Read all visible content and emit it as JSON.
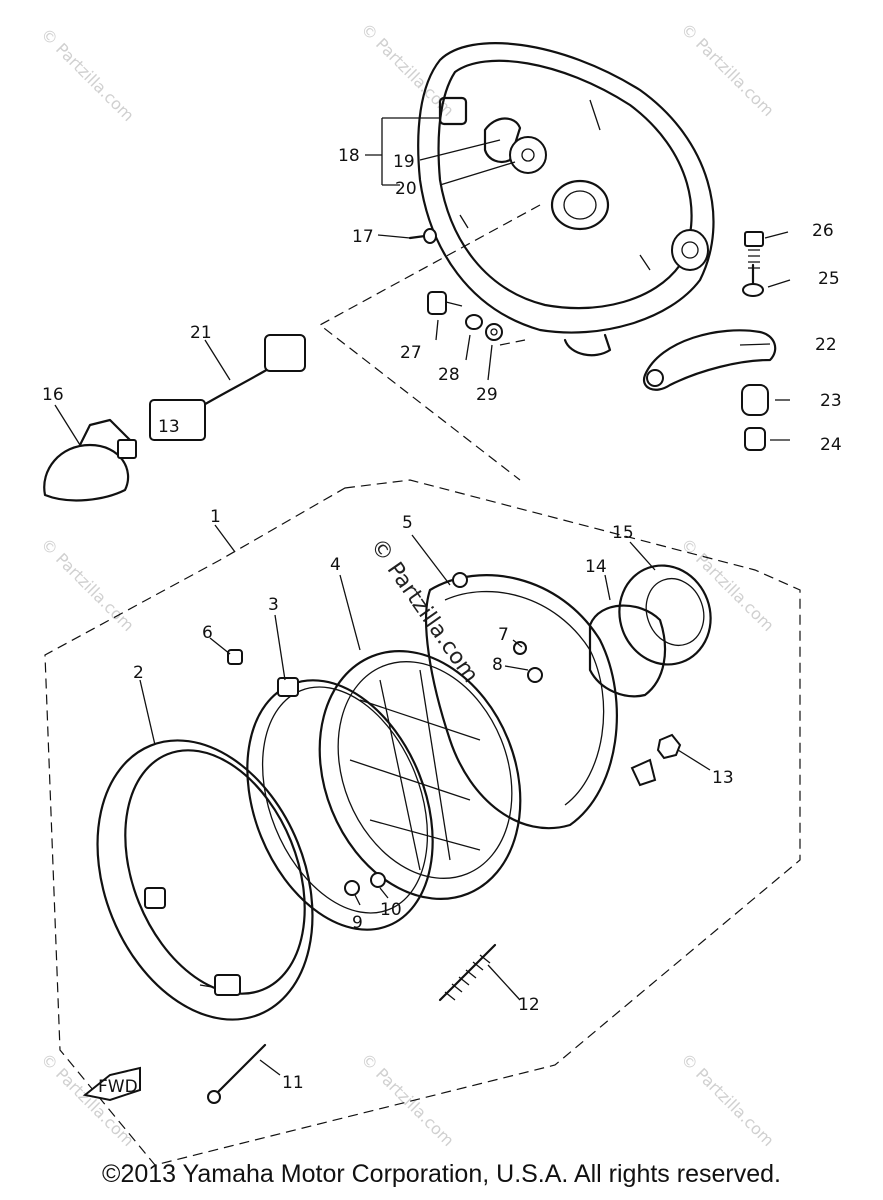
{
  "diagram": {
    "callouts": [
      "1",
      "2",
      "3",
      "4",
      "5",
      "6",
      "7",
      "8",
      "9",
      "10",
      "11",
      "12",
      "13",
      "14",
      "15",
      "16",
      "17",
      "18",
      "19",
      "20",
      "21",
      "22",
      "23",
      "24",
      "25",
      "26",
      "27",
      "28",
      "29"
    ],
    "watermarks": {
      "small": "© Partzilla.com",
      "center": "© Partzilla.com"
    },
    "fwd_arrow": "FWD",
    "connector_label": "13"
  },
  "footer": {
    "copyright": "©2013 Yamaha Motor Corporation, U.S.A. All rights reserved."
  }
}
